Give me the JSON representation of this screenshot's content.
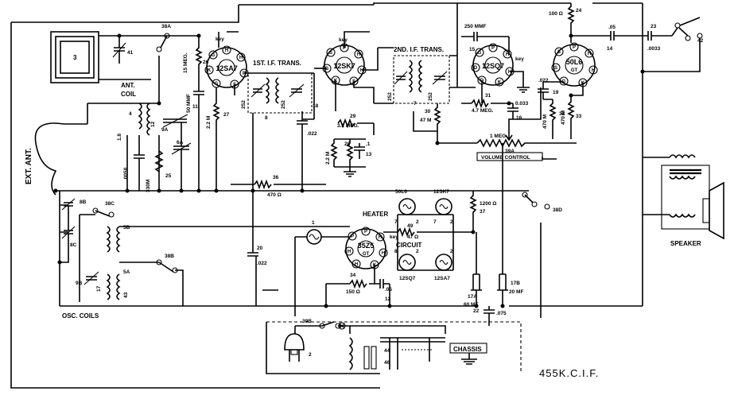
{
  "tubes": {
    "t12sa7": {
      "type": "12SA7",
      "key": "key"
    },
    "t12sk7": {
      "type": "12SK7",
      "key": "key"
    },
    "t12sq7": {
      "type": "12SQ7",
      "key": "key"
    },
    "t50l6": {
      "type": "50L6",
      "sub": "GT"
    },
    "t35z5": {
      "type": "35Z5",
      "sub": "GT",
      "key": "key"
    }
  },
  "pins": {
    "H": "H",
    "K": "K",
    "S": "S",
    "G": "G",
    "P": "P",
    "D": "D"
  },
  "labels": {
    "ant_coil_1": "ANT.",
    "ant_coil_2": "COIL",
    "ext_ant": "EXT. ANT.",
    "if1": "1ST. I.F. TRANS.",
    "if2": "2ND. I.F. TRANS.",
    "osc_coils": "OSC. COILS",
    "heater": "HEATER",
    "circuit": "CIRCUIT",
    "volume_control": "VOLUME CONTROL",
    "speaker": "SPEAKER",
    "chassis": "CHASSIS",
    "if_freq": "455K.C.I.F."
  },
  "parts": {
    "p3": "3",
    "p41": "41",
    "p38a": "38A",
    "p4": "4",
    "p1_8": "1.8",
    "p12": "12",
    "p9a": "9A",
    "p6a": "6A",
    "p0058": ".0058",
    "p330m": "330M",
    "p25": "25",
    "p15meg": "15 MEG.",
    "p26": "26",
    "p50mmf": "50 MMF",
    "p11": "11",
    "p22m": "2.2 M",
    "p27": "27",
    "p252a": "252",
    "p252b": "252",
    "p8": "8",
    "p18": "18",
    "p022a": ".022",
    "p36": "36",
    "p470": "470 Ω",
    "p29": "29",
    "p33meg": "3.3 MEG.",
    "p22mb": "2.2 M",
    "p28": "28",
    "p1": ".1",
    "p13": "13",
    "p252c": "252",
    "p252d": "252",
    "p7": "7",
    "p30": "30",
    "p47m": "47 M",
    "p250mmf": "250 MMF",
    "p15": "15",
    "p31": "31",
    "p47meg": "4.7 MEG.",
    "p0033a": "0.033",
    "p16": "16",
    "p1meg": "1 MEG.",
    "p39a": "39A",
    "p100": "100 Ω",
    "p24": "24",
    "p05a": ".05",
    "p14": "14",
    "p23": "23",
    "p0033b": ".0033",
    "p42": "42",
    "p022b": ".022",
    "p19": "19",
    "p470ma": "470 M",
    "p470mb": "470 M",
    "p32": "32",
    "p33": "33",
    "p8b": "8B",
    "p38c": "38C",
    "p8c": "8C",
    "p5b": "5B",
    "p38b": "38B",
    "p9b": "9B",
    "p5a": "5A",
    "p17": "17",
    "p43": "43",
    "p20": "20",
    "p022c": ".022",
    "p1r": "1",
    "p50l6": "50L6",
    "p12sk7": "12SK7",
    "p49": "49",
    "p47": "47 Ω",
    "p12sq7": "12SQ7",
    "p12sa7": "12SA7",
    "pin7a": "7",
    "pin2a": "2",
    "pin7b": "7",
    "pin2b": "2",
    "pin8": "8",
    "pin2c": "2",
    "pin2d": "2",
    "p1200": "1200 Ω",
    "p37": "37",
    "p38d": "38D",
    "p34": "34",
    "p150": "150 Ω",
    "p05b": ".05",
    "p12b": "12",
    "p17a": "17A",
    "p60mf": "60 MF",
    "p17b": "17B",
    "p20mf": "20 MF",
    "p22": "22",
    "p075": ".075",
    "p39b": "39B",
    "p2": "2",
    "p44": "44",
    "p46": "46"
  }
}
